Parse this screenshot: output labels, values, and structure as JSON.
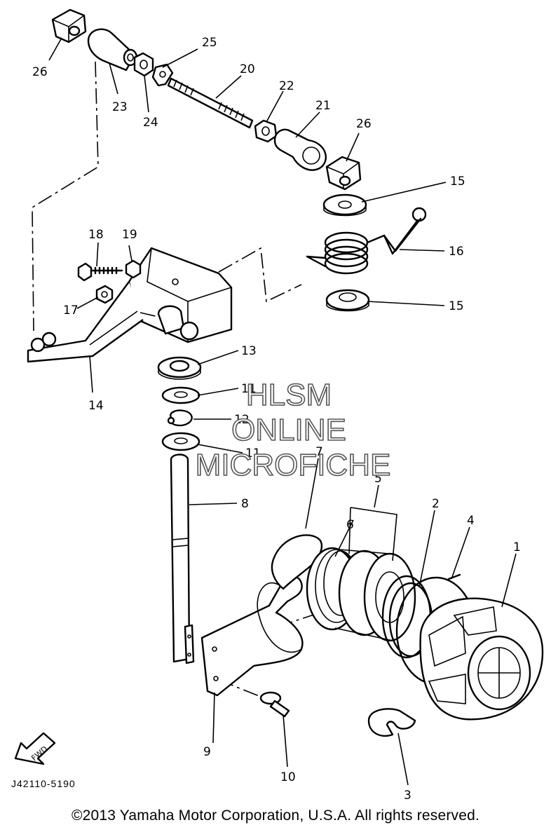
{
  "diagram": {
    "drawing_code": "J42110-5190",
    "direction_marker": "FWD",
    "watermark": [
      "HLSM",
      "ONLINE",
      "MICROFICHE"
    ],
    "copyright": "©2013 Yamaha Motor Corporation, U.S.A. All rights reserved.",
    "callouts": {
      "c1": "1",
      "c2": "2",
      "c3": "3",
      "c4": "4",
      "c5": "5",
      "c6": "6",
      "c7": "7",
      "c8": "8",
      "c9": "9",
      "c10": "10",
      "c11a": "11",
      "c11b": "11",
      "c12": "12",
      "c13": "13",
      "c14": "14",
      "c15a": "15",
      "c15b": "15",
      "c16": "16",
      "c17": "17",
      "c18": "18",
      "c19": "19",
      "c20": "20",
      "c21": "21",
      "c22": "22",
      "c23": "23",
      "c24": "24",
      "c25": "25",
      "c26a": "26",
      "c26b": "26"
    }
  }
}
